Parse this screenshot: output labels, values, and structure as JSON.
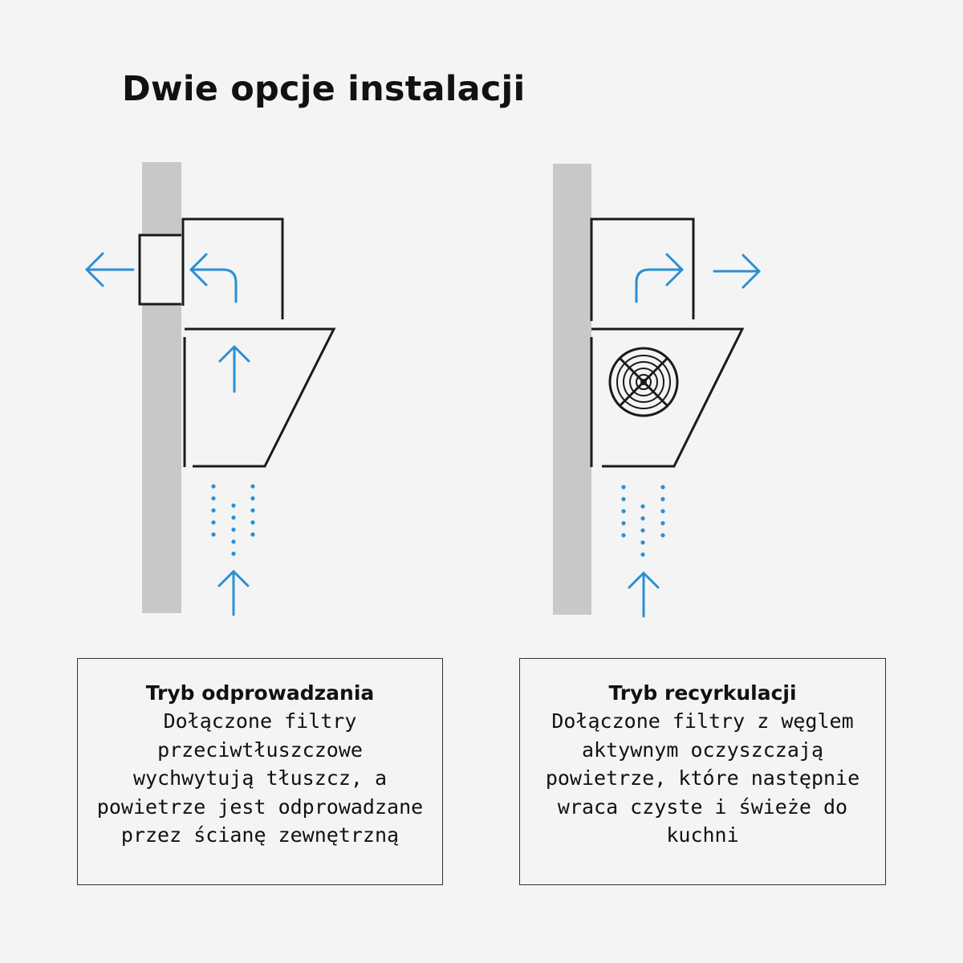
{
  "title": "Dwie opcje instalacji",
  "colors": {
    "accent": "#2a8fd4",
    "wall": "#c8c8c8",
    "outline": "#1a1a1a",
    "background": "#f4f4f4"
  },
  "panels": [
    {
      "heading": "Tryb odprowadzania",
      "lines": [
        "Dołączone filtry",
        "przeciwtłuszczowe",
        "wychwytują tłuszcz, a",
        "powietrze jest odprowadzane",
        "przez ścianę zewnętrzną"
      ]
    },
    {
      "heading": "Tryb recyrkulacji",
      "lines": [
        "Dołączone filtry z węglem",
        "aktywnym oczyszczają",
        "powietrze, które następnie",
        "wraca czyste i świeże do",
        "kuchni"
      ]
    }
  ]
}
